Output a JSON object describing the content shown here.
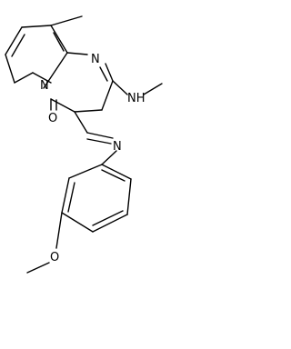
{
  "molecule": {
    "atoms": {
      "n_ring": "N",
      "n_bridge": "N",
      "oxygen_carbonyl": "O",
      "n_amine": "NH",
      "n_imine": "N",
      "oxygen_ether": "O"
    }
  },
  "colors": {
    "bond": "#000000",
    "text": "#000000",
    "background": "#ffffff"
  }
}
